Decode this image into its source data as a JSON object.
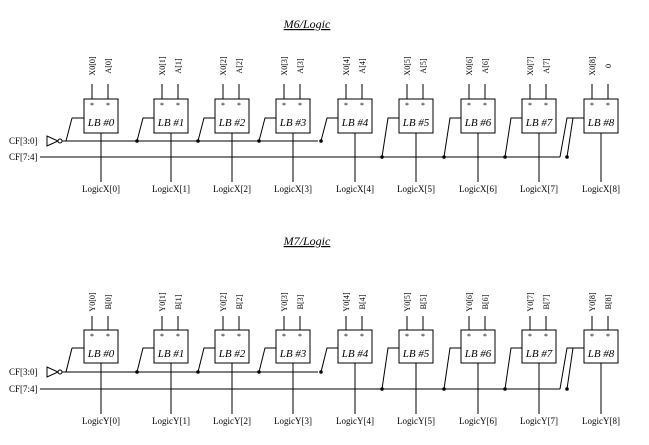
{
  "sections": [
    {
      "title": "M6/Logic",
      "blocks": [
        {
          "label": "LB #0",
          "pin1": "X0[0]",
          "pin2": "A[0]",
          "output": "LogicX[0]"
        },
        {
          "label": "LB #1",
          "pin1": "X0[1]",
          "pin2": "A[1]",
          "output": "LogicX[1]"
        },
        {
          "label": "LB #2",
          "pin1": "X0[2]",
          "pin2": "A[2]",
          "output": "LogicX[2]"
        },
        {
          "label": "LB #3",
          "pin1": "X0[3]",
          "pin2": "A[3]",
          "output": "LogicX[3]"
        },
        {
          "label": "LB #4",
          "pin1": "X0[4]",
          "pin2": "A[4]",
          "output": "LogicX[4]"
        },
        {
          "label": "LB #5",
          "pin1": "X0[5]",
          "pin2": "A[5]",
          "output": "LogicX[5]"
        },
        {
          "label": "LB #6",
          "pin1": "X0[6]",
          "pin2": "A[6]",
          "output": "LogicX[6]"
        },
        {
          "label": "LB #7",
          "pin1": "X0[7]",
          "pin2": "A[7]",
          "output": "LogicX[7]"
        },
        {
          "label": "LB #8",
          "pin1": "X0[8]",
          "pin2": "0",
          "output": "LogicX[8]"
        }
      ],
      "inputs": [
        "CF[3:0]",
        "CF[7:4]"
      ]
    },
    {
      "title": "M7/Logic",
      "blocks": [
        {
          "label": "LB #0",
          "pin1": "Y0[0]",
          "pin2": "B[0]",
          "output": "LogicY[0]"
        },
        {
          "label": "LB #1",
          "pin1": "Y0[1]",
          "pin2": "B[1]",
          "output": "LogicY[1]"
        },
        {
          "label": "LB #2",
          "pin1": "Y0[2]",
          "pin2": "B[2]",
          "output": "LogicY[2]"
        },
        {
          "label": "LB #3",
          "pin1": "Y0[3]",
          "pin2": "B[3]",
          "output": "LogicY[3]"
        },
        {
          "label": "LB #4",
          "pin1": "Y0[4]",
          "pin2": "B[4]",
          "output": "LogicY[4]"
        },
        {
          "label": "LB #5",
          "pin1": "Y0[5]",
          "pin2": "B[5]",
          "output": "LogicY[5]"
        },
        {
          "label": "LB #6",
          "pin1": "Y0[6]",
          "pin2": "B[6]",
          "output": "LogicY[6]"
        },
        {
          "label": "LB #7",
          "pin1": "Y0[7]",
          "pin2": "B[7]",
          "output": "LogicY[7]"
        },
        {
          "label": "LB #8",
          "pin1": "Y0[8]",
          "pin2": "B[8]",
          "output": "LogicY[8]"
        }
      ],
      "inputs": [
        "CF[3:0]",
        "CF[7:4]"
      ]
    }
  ],
  "pin_marker": "*"
}
